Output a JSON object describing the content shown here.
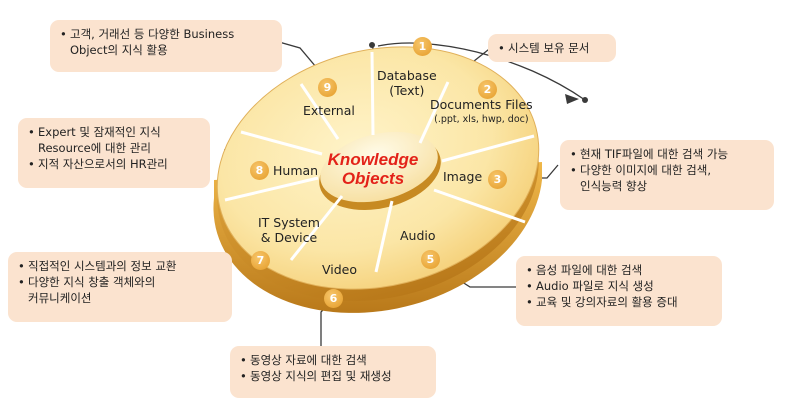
{
  "center": {
    "line1": "Knowledge",
    "line2": "Objects"
  },
  "segments": {
    "database": {
      "num": "1",
      "line1": "Database",
      "line2": "(Text)"
    },
    "documents": {
      "num": "2",
      "line1": "Documents Files",
      "line2": "(.ppt, xls, hwp, doc)"
    },
    "image": {
      "num": "3",
      "label": "Image"
    },
    "audio": {
      "num": "5",
      "label": "Audio"
    },
    "video": {
      "num": "6",
      "label": "Video"
    },
    "itsystem": {
      "num": "7",
      "line1": "IT System",
      "line2": "& Device"
    },
    "human": {
      "num": "8",
      "label": "Human"
    },
    "external": {
      "num": "9",
      "label": "External"
    }
  },
  "boxes": {
    "external": [
      "고객, 거래선 등 다양한 Business",
      "Object의 지식 활용"
    ],
    "database": [
      "시스템 보유 문서"
    ],
    "human": [
      "Expert 및 잠재적인 지식",
      "Resource에 대한 관리",
      "지적 자산으로서의 HR관리"
    ],
    "image": [
      "현재 TIF파일에 대한 검색 가능",
      "다양한 이미지에 대한 검색,",
      "인식능력 향상"
    ],
    "itsystem": [
      "직접적인 시스템과의 정보 교환",
      "다양한 지식 창출 객체와의",
      "커뮤니케이션"
    ],
    "audio": [
      "음성 파일에 대한 검색",
      "Audio 파일로 지식 생성",
      "교육 및 강의자료의 활용 증대"
    ],
    "video": [
      "동영상 자료에 대한 검색",
      "동영상 지식의 편집 및 재생성"
    ]
  },
  "colors": {
    "ring_light": "#fbe6a6",
    "ring_dark": "#d79a2a",
    "box_fill": "#fbe3cf",
    "accent_red": "#e32219",
    "badge": "#e49b26"
  }
}
